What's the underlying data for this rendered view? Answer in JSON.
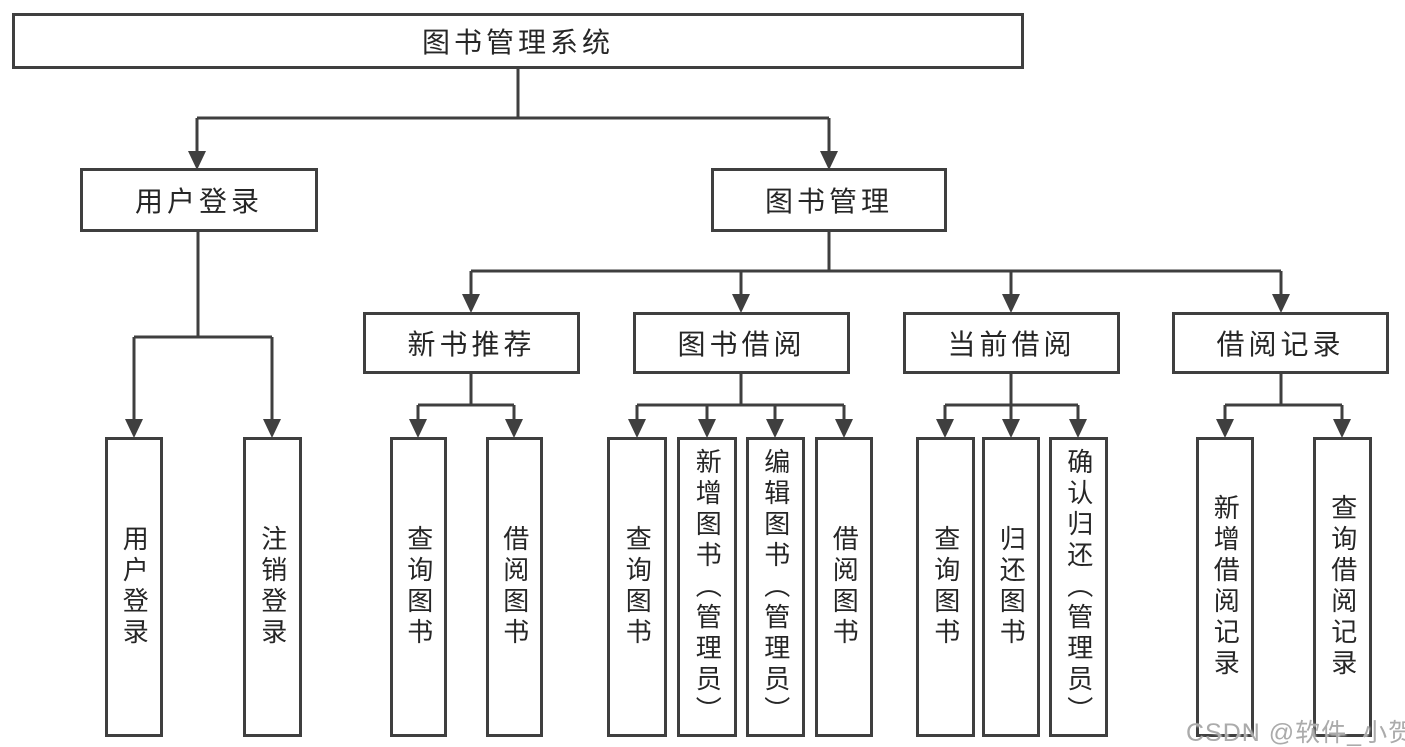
{
  "diagram": {
    "root": {
      "label": "图书管理系统"
    },
    "level1": [
      {
        "id": "user-login",
        "label": "用户登录"
      },
      {
        "id": "book-management",
        "label": "图书管理"
      }
    ],
    "level2": [
      {
        "id": "new-book",
        "label": "新书推荐"
      },
      {
        "id": "book-borrow",
        "label": "图书借阅"
      },
      {
        "id": "current-borrow",
        "label": "当前借阅"
      },
      {
        "id": "borrow-record",
        "label": "借阅记录"
      }
    ],
    "leaves": {
      "user_login": [
        "用户登录",
        "注销登录"
      ],
      "new_book": [
        "查询图书",
        "借阅图书"
      ],
      "book_borrow": [
        "查询图书",
        "新增图书（管理员）",
        "编辑图书（管理员）",
        "借阅图书"
      ],
      "current_borrow": [
        "查询图书",
        "归还图书",
        "确认归还（管理员）"
      ],
      "borrow_record": [
        "新增借阅记录",
        "查询借阅记录"
      ]
    },
    "colors": {
      "line": "#3f3f3f",
      "text": "#262626",
      "background": "#ffffff",
      "watermark": "#ababab"
    }
  },
  "watermark": {
    "text": "CSDN @软件_小贺同学"
  }
}
